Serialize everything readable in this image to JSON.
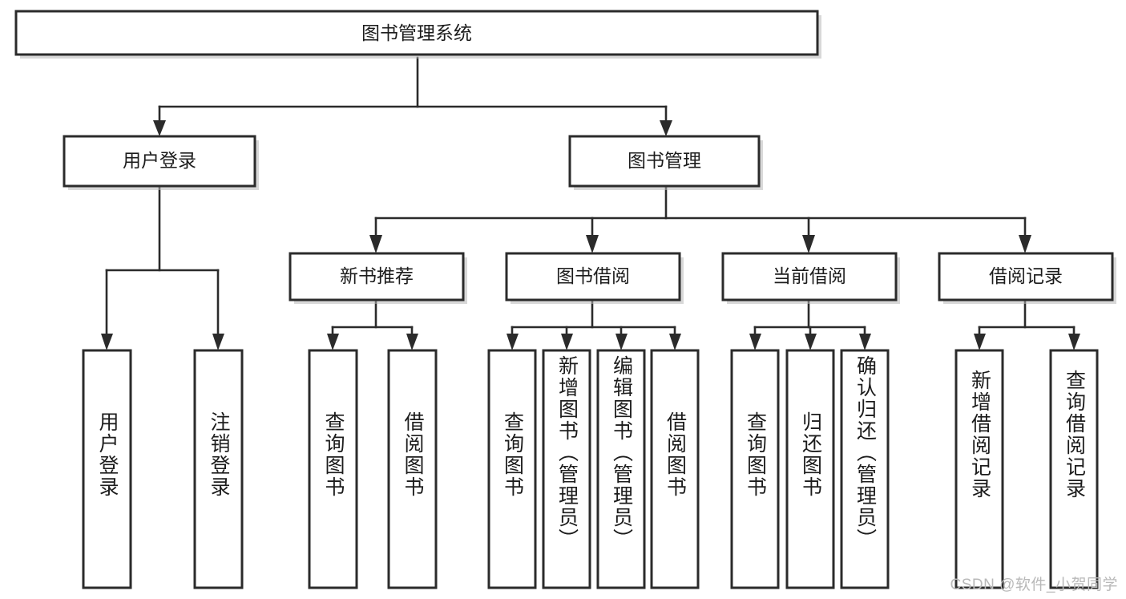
{
  "diagram": {
    "type": "tree",
    "title": "图书管理系统",
    "orientation": "top-down",
    "colors": {
      "box_stroke": "#2b2b2b",
      "box_fill": "#ffffff",
      "connector": "#2b2b2b",
      "text": "#1c1c1c",
      "watermark": "#b9b9b9"
    },
    "root": {
      "label": "图书管理系统"
    },
    "level2": [
      {
        "label": "用户登录"
      },
      {
        "label": "图书管理"
      }
    ],
    "level3": [
      {
        "label": "新书推荐",
        "parent": "图书管理"
      },
      {
        "label": "图书借阅",
        "parent": "图书管理"
      },
      {
        "label": "当前借阅",
        "parent": "图书管理"
      },
      {
        "label": "借阅记录",
        "parent": "图书管理"
      }
    ],
    "leaves": [
      {
        "label": "用户登录",
        "parent": "用户登录"
      },
      {
        "label": "注销登录",
        "parent": "用户登录"
      },
      {
        "label": "查询图书",
        "parent": "新书推荐"
      },
      {
        "label": "借阅图书",
        "parent": "新书推荐"
      },
      {
        "label": "查询图书",
        "parent": "图书借阅"
      },
      {
        "label": "新增图书（管理员）",
        "parent": "图书借阅"
      },
      {
        "label": "编辑图书（管理员）",
        "parent": "图书借阅"
      },
      {
        "label": "借阅图书",
        "parent": "图书借阅"
      },
      {
        "label": "查询图书",
        "parent": "当前借阅"
      },
      {
        "label": "归还图书",
        "parent": "当前借阅"
      },
      {
        "label": "确认归还（管理员）",
        "parent": "当前借阅"
      },
      {
        "label": "新增借阅记录",
        "parent": "借阅记录"
      },
      {
        "label": "查询借阅记录",
        "parent": "借阅记录"
      }
    ],
    "watermark": "CSDN @软件_小贺同学"
  }
}
